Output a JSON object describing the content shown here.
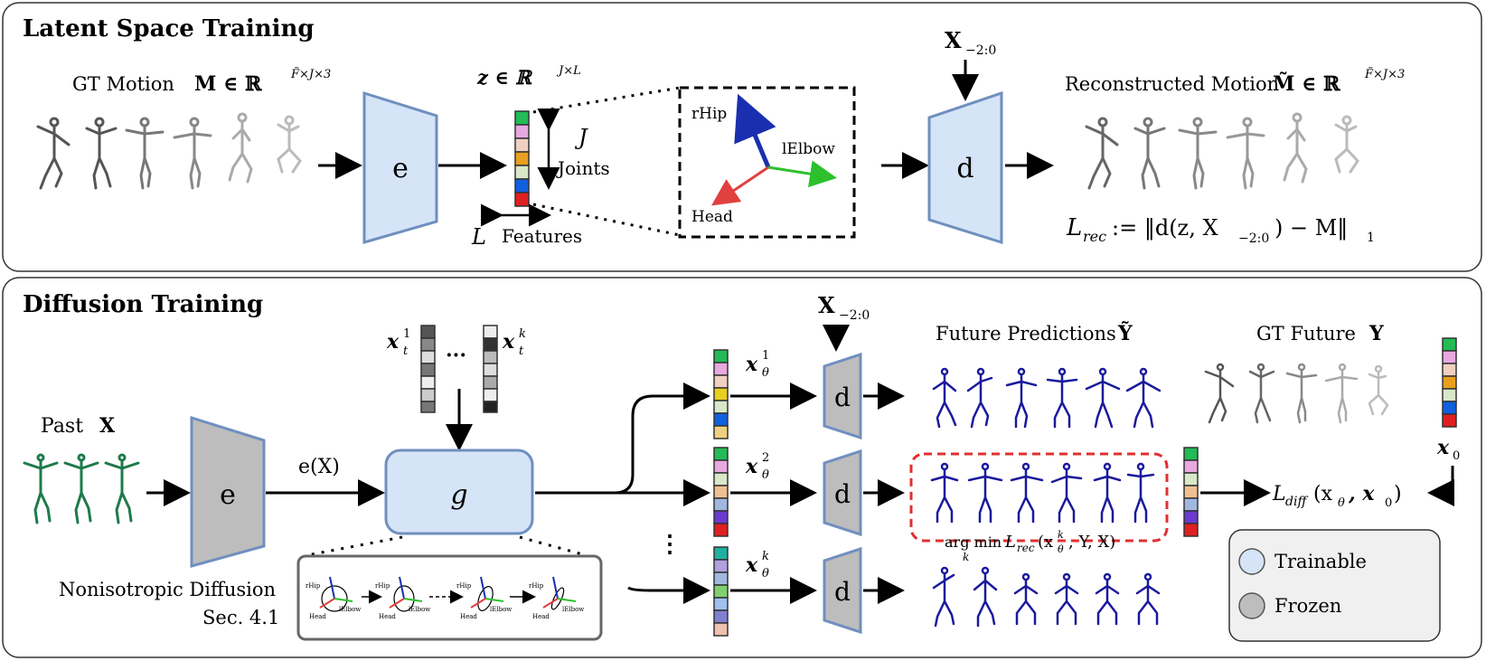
{
  "top": {
    "title": "Latent Space Training",
    "gt_motion": "GT Motion",
    "gt_motion_math": "M ∈ ℝ",
    "gt_motion_sup": "F̃×J×3",
    "encoder": "e",
    "z_math": "z ∈ ℝ",
    "z_sup": "J×L",
    "j_symbol": "J",
    "joints": "Joints",
    "l_symbol": "L",
    "features": "Features",
    "rhip": "rHip",
    "lelbow": "lElbow",
    "head": "Head",
    "cond_main": "X",
    "cond_sub": "−2:0",
    "decoder": "d",
    "reconstructed": "Reconstructed Motion",
    "recon_math": "M̃ ∈ ℝ",
    "recon_sup": "F̃×J×3",
    "loss": "L",
    "loss_sub": "rec",
    "loss_rest": " := ‖d(z, X",
    "loss_sub2": "−2:0",
    "loss_end": ") − M‖",
    "loss_norm": "1"
  },
  "bottom": {
    "title": "Diffusion Training",
    "past": "Past",
    "past_math": "X",
    "encoder": "e",
    "e_of_x": "e(X)",
    "g": "g",
    "noise_1": "x",
    "noise_1_sub": "t",
    "noise_1_sup": "1",
    "ellipsis": "···",
    "noise_k": "x",
    "noise_k_sub": "t",
    "noise_k_sup": "k",
    "cond_main": "X",
    "cond_sub": "−2:0",
    "pred_labels": [
      {
        "main": "x",
        "sub": "θ",
        "sup": "1"
      },
      {
        "main": "x",
        "sub": "θ",
        "sup": "2"
      },
      {
        "main": "x",
        "sub": "θ",
        "sup": "k"
      }
    ],
    "decoder": "d",
    "vdots": "⋮",
    "future_predictions": "Future Predictions",
    "future_math": "Ỹ",
    "gt_future": "GT Future",
    "gt_future_math": "Y",
    "x0": "x",
    "x0_sub": "0",
    "argmin": "arg min",
    "argmin_k": "k",
    "argmin_rest": "L",
    "argmin_rec": "rec",
    "argmin_args": "(x",
    "argmin_args_sub": "θ",
    "argmin_args_sup": "k",
    "argmin_args_end": ", Y, X)",
    "ldiff": "L",
    "ldiff_sub": "diff",
    "ldiff_args": "(x",
    "ldiff_args_sub": "θ",
    "ldiff_args_end": ", x",
    "ldiff_args_sub2": "0",
    "ldiff_close": ")",
    "nonisotropic": "Nonisotropic Diffusion",
    "sec": "Sec.  4.1",
    "inset": {
      "rhip": "rHip",
      "lelbow": "lElbow",
      "head": "Head"
    },
    "legend": {
      "trainable": "Trainable",
      "frozen": "Frozen"
    }
  },
  "colors": {
    "trainable_fill": "#d6e4f7",
    "trainable_stroke": "#6f8fbf",
    "frozen_fill": "#bdbdbd",
    "frozen_stroke": "#6f8fbf",
    "future_blue": "#1a1a9c",
    "past_green": "#1e7a4a",
    "dash_red": "#e03030",
    "arrow_blue": "#1a2fb0",
    "arrow_green": "#2cc02c",
    "arrow_red": "#e04040"
  }
}
